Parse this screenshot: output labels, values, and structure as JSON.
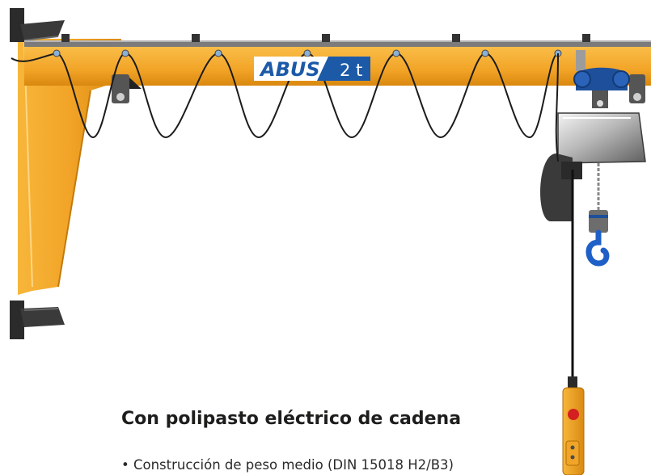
{
  "brand": {
    "logo": "ABUS",
    "capacity": "2 t",
    "colors": {
      "crane_yellow": "#F2A427",
      "logo_blue": "#1C5AA8",
      "hoist_blue": "#1E4F9A"
    }
  },
  "product": {
    "heading": "Con polipasto eléctrico de cadena",
    "features": [
      "Construcción de peso medio (DIN 15018 H2/B3)"
    ]
  }
}
